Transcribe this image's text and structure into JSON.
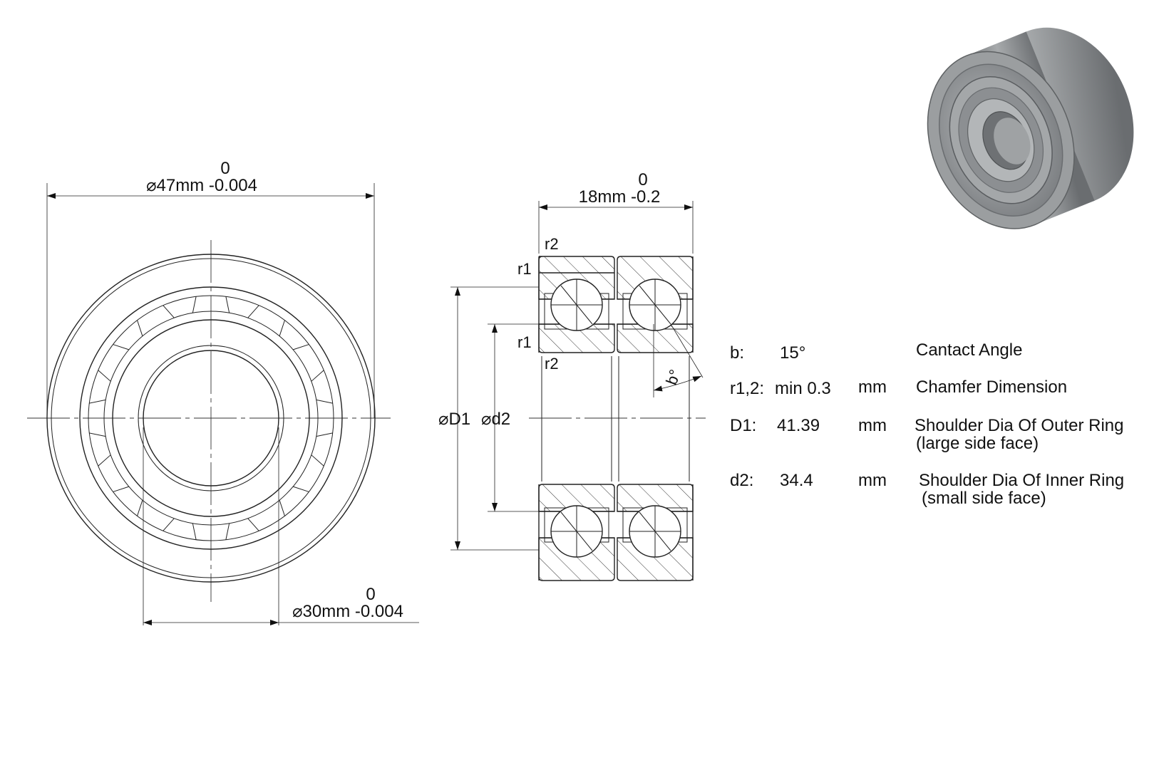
{
  "dimensions": {
    "outer_diameter": {
      "tol_top": "0",
      "label": "⌀47mm -0.004"
    },
    "width": {
      "tol_top": "0",
      "label": "18mm -0.2"
    },
    "bore_diameter": {
      "tol_top": "0",
      "label": "⌀30mm -0.004"
    },
    "shoulder_labels": {
      "d1": "⌀D1",
      "d2": "⌀d2"
    },
    "chamfer_labels": {
      "r1": "r1",
      "r2": "r2"
    },
    "angle_label": "b°"
  },
  "specs": [
    {
      "key": "b:",
      "value": "15°",
      "unit": "",
      "desc": "Cantact Angle",
      "desc2": ""
    },
    {
      "key": "r1,2:",
      "value": "min 0.3",
      "unit": "mm",
      "desc": "Chamfer Dimension",
      "desc2": ""
    },
    {
      "key": "D1:",
      "value": "41.39",
      "unit": "mm",
      "desc": "Shoulder Dia Of Outer Ring",
      "desc2": "(large side face)"
    },
    {
      "key": "d2:",
      "value": "34.4",
      "unit": "mm",
      "desc": "Shoulder Dia Of Inner Ring",
      "desc2": "(small side face)"
    }
  ],
  "colors": {
    "line": "#222222",
    "background": "#ffffff",
    "render_metal": "#8a8d8f"
  }
}
